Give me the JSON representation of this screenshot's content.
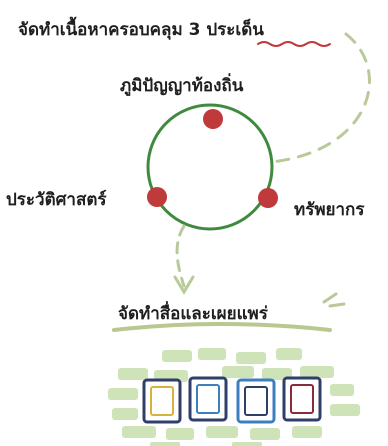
{
  "title": {
    "prefix": "จัดทำเนื้อหาครอบคลุม ",
    "number": "3",
    "suffix": " ประเด็น"
  },
  "topics": {
    "top": "ภูมิปัญญาท้องถิ่น",
    "left": "ประวัติศาสตร์",
    "right": "ทรัพยากร"
  },
  "bottom_title": "จัดทำสื่อและเผยแพร่",
  "colors": {
    "circle": "#3f8a3f",
    "dot": "#c0393b",
    "dash": "#b9c99a",
    "underline_red": "#c0393b",
    "underline_green": "#b8c88f",
    "blocks": "#cfe3b8",
    "frame_navy": "#2f3f6a",
    "frame_blue": "#3c7fbf",
    "frame_maroon": "#8a2a3a",
    "frame_gold": "#d8b23a"
  }
}
